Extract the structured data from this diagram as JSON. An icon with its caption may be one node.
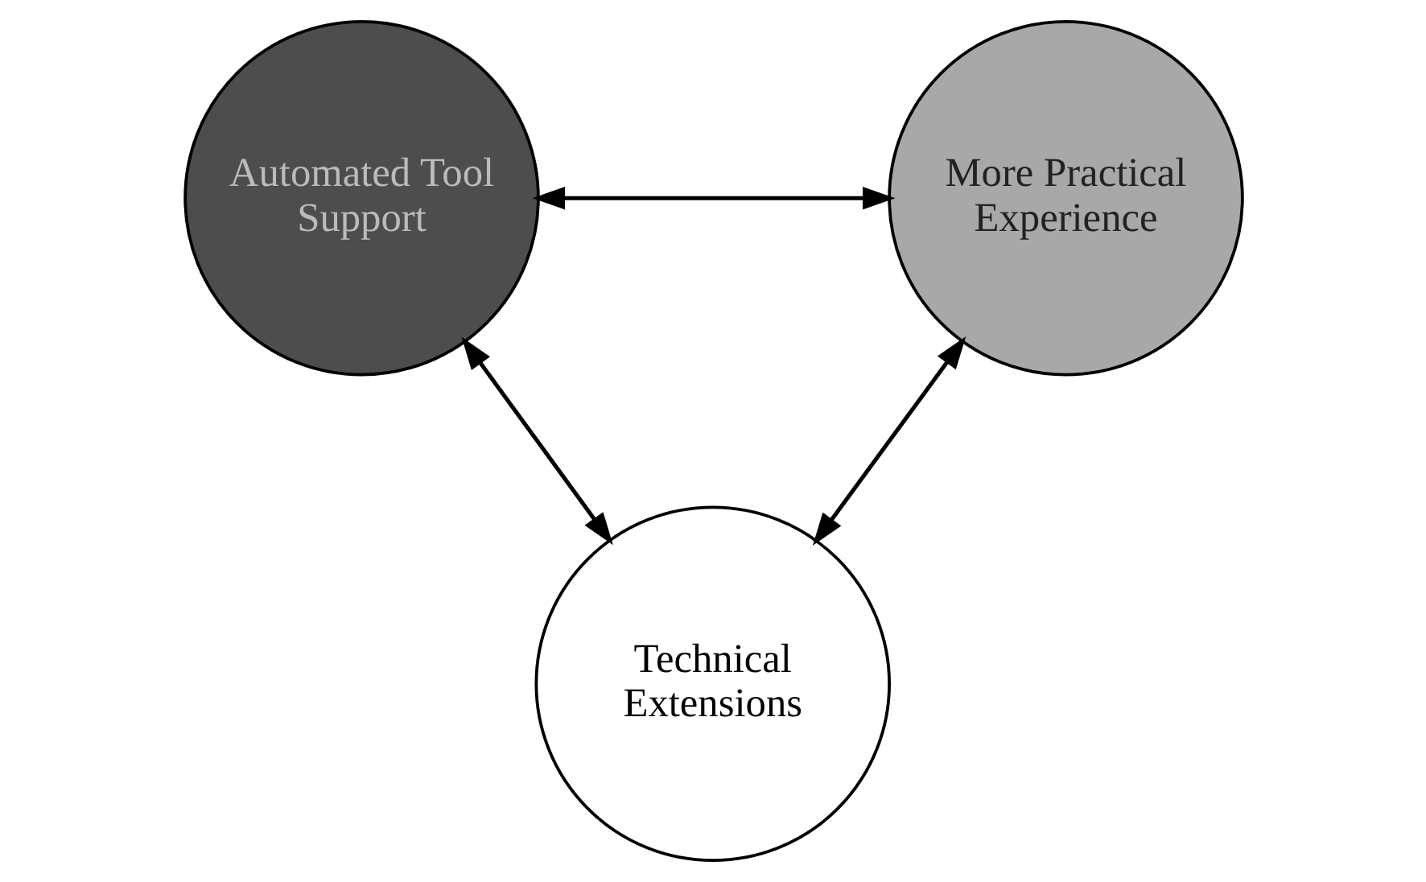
{
  "diagram": {
    "nodes": [
      {
        "text": [
          "Automated Tool Support"
        ]
      },
      {
        "text": [
          "More Practical Experience"
        ]
      },
      {
        "text": [
          "Technical Extensions"
        ]
      }
    ],
    "edges": [
      {
        "from": 0,
        "to": 1,
        "arrow": "both"
      },
      {
        "from": 0,
        "to": 2,
        "arrow": "both"
      },
      {
        "from": 1,
        "to": 2,
        "arrow": "both"
      }
    ]
  }
}
